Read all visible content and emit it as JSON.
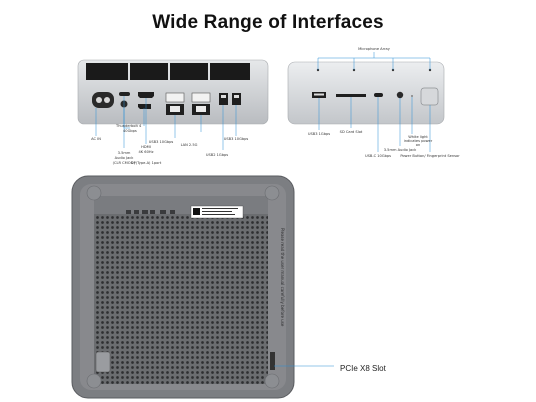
{
  "title": "Wide Range of Interfaces",
  "rear_labels": {
    "ac_in": "AC IN",
    "thunderbolt": "Thunderbolt 4",
    "thunderbolt_speed": "40Gbps",
    "audio_35": "3.5mm",
    "audio_jack": "Audio Jack",
    "audio_ctia": "(CLR CMOS )",
    "hdmi": "HDMI",
    "hdmi_res": "4K 60Hz",
    "dp": "DP(Type-A) 1port",
    "usb3_10g": "USB3 10Gbps",
    "lan": "LAN 2.5G",
    "usb3_10g_b": "USB3 10Gbps",
    "usb2": "USB2 1Gbps"
  },
  "front_labels": {
    "microphone": "Microphone Array",
    "usb3": "USB3 1Gbps",
    "sd": "SD Card Slot",
    "usbc": "USB-C 10Gbps",
    "audio": "3.5mm Audio Jack",
    "indicator": "White light indicates power on",
    "power": "Power Button/ Fingerprint Sensor"
  },
  "bottom": {
    "slot_label": "PCIe X8 Slot",
    "side_text": "Please read the user manual carefully before use"
  },
  "colors": {
    "device_light": "#c9ccd0",
    "device_dark": "#6d6f73",
    "vent": "#1b1b1b",
    "callout": "#2a8fd6"
  }
}
